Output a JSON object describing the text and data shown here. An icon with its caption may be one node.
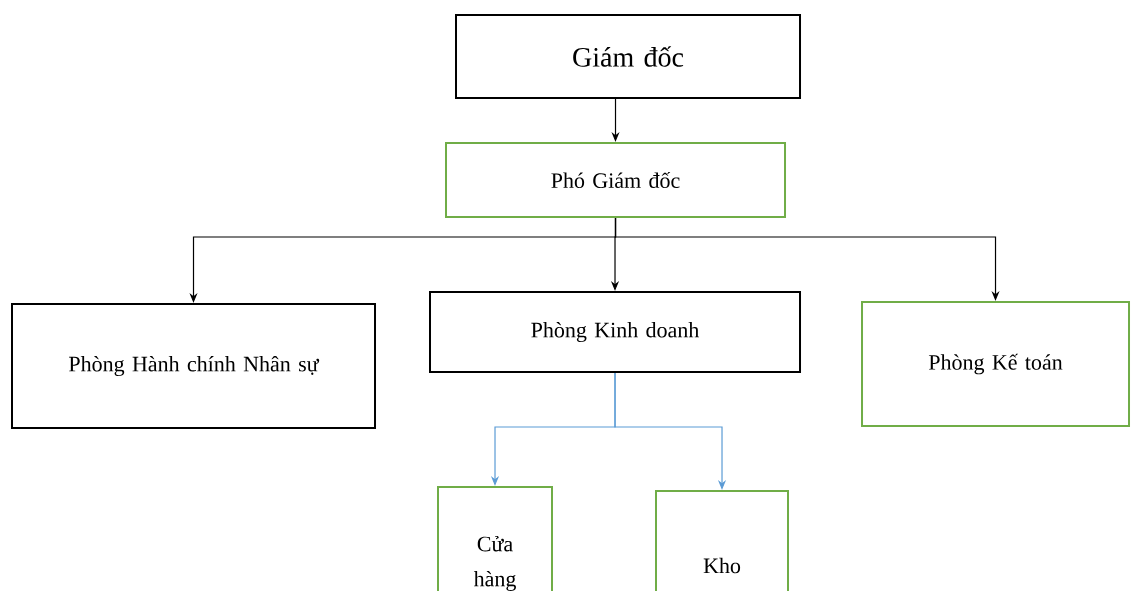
{
  "diagram": {
    "nodes": [
      {
        "text": [
          "Giám đốc"
        ]
      },
      {
        "text": [
          "Phó Giám đốc"
        ]
      },
      {
        "text": [
          "Phòng Hành chính Nhân sự"
        ]
      },
      {
        "text": [
          "Phòng Kinh doanh"
        ]
      },
      {
        "text": [
          "Phòng Kế toán"
        ]
      },
      {
        "text": [
          "Cửa hàng"
        ]
      },
      {
        "text": [
          "Kho"
        ]
      }
    ],
    "edges": [
      {
        "from": 0,
        "to": 1,
        "arrow": "to"
      },
      {
        "from": 1,
        "to": 2,
        "arrow": "to"
      },
      {
        "from": 1,
        "to": 3,
        "arrow": "to"
      },
      {
        "from": 1,
        "to": 4,
        "arrow": "to"
      },
      {
        "from": 3,
        "to": 5,
        "arrow": "to",
        "color": "#5b9bd5"
      },
      {
        "from": 3,
        "to": 6,
        "arrow": "to",
        "color": "#5b9bd5"
      }
    ]
  }
}
